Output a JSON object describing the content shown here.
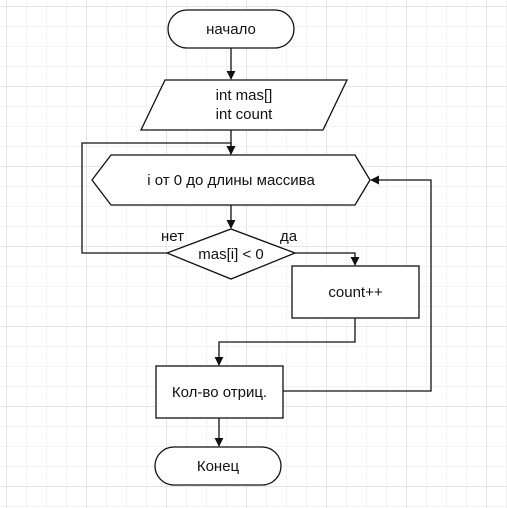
{
  "diagram": {
    "nodes": {
      "start": {
        "text": "начало"
      },
      "input": {
        "line1": "int mas[]",
        "line2": "int count"
      },
      "loop": {
        "text": "i от 0 до длины массива"
      },
      "condition": {
        "text": "mas[i] < 0"
      },
      "increment": {
        "text": "count++"
      },
      "output": {
        "text": "Кол-во отриц."
      },
      "end": {
        "text": "Конец"
      }
    },
    "edges": {
      "no_label": "нет",
      "yes_label": "да"
    },
    "colors": {
      "stroke": "#111111",
      "fill": "#ffffff",
      "grid": "#e4e4e4"
    }
  }
}
